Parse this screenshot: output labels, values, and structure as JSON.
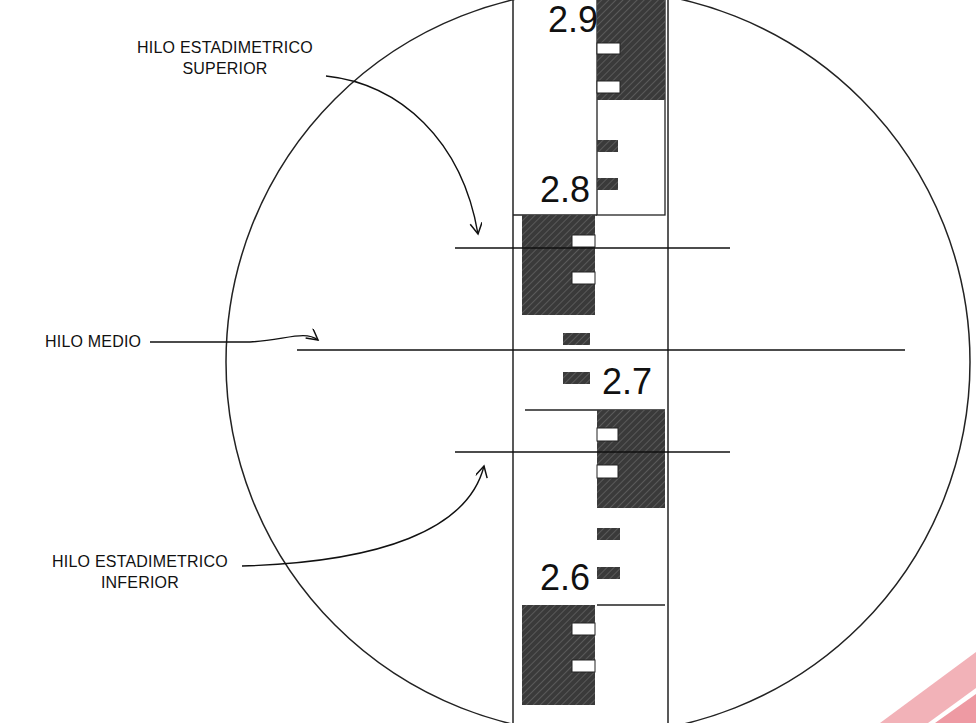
{
  "diagram": {
    "labels": [
      "2.9",
      "HILO ESTADIMETRICO SUPERIOR",
      "2.8",
      "HILO MEDIO",
      "2.7",
      "HILO ESTADIMETRICO INFERIOR",
      "2.6"
    ]
  }
}
